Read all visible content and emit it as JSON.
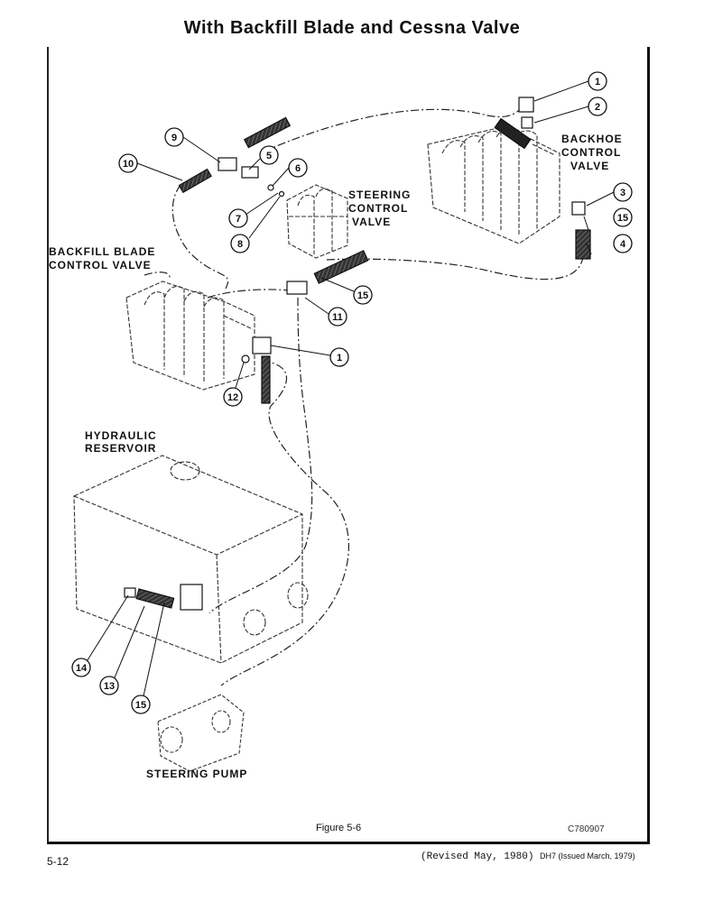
{
  "title": "With Backfill Blade and Cessna Valve",
  "labels": {
    "backhoe": [
      "BACKHOE",
      "CONTROL",
      "VALVE"
    ],
    "steering": [
      "STEERING",
      "CONTROL",
      "VALVE"
    ],
    "backfill": [
      "BACKFILL BLADE",
      "CONTROL VALVE"
    ],
    "reservoir": [
      "HYDRAULIC",
      "RESERVOIR"
    ],
    "pump": "STEERING PUMP"
  },
  "callouts": [
    "1",
    "2",
    "3",
    "15",
    "4",
    "9",
    "5",
    "10",
    "6",
    "7",
    "8",
    "15",
    "11",
    "1",
    "12",
    "14",
    "13",
    "15"
  ],
  "footer": {
    "caption": "Figure 5-6",
    "code": "C780907",
    "page": "5-12",
    "revised": "(Revised May, 1980)",
    "issued": "DH7 (Issued March, 1979)"
  }
}
